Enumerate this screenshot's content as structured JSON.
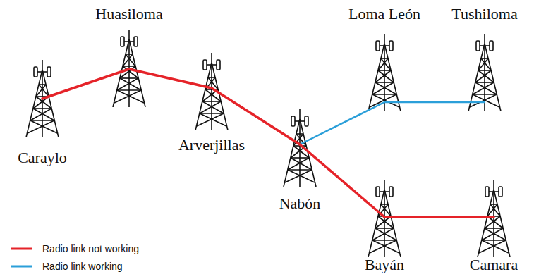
{
  "diagram": {
    "nodes": [
      {
        "text": [
          "Caraylo"
        ]
      },
      {
        "text": [
          "Huasiloma"
        ]
      },
      {
        "text": [
          "Arverjillas"
        ]
      },
      {
        "text": [
          "Nabón"
        ]
      },
      {
        "text": [
          "Loma León"
        ]
      },
      {
        "text": [
          "Tushiloma"
        ]
      },
      {
        "text": [
          "Bayán"
        ]
      },
      {
        "text": [
          "Camara"
        ]
      }
    ],
    "edges": [
      {
        "from": 0,
        "to": 1,
        "arrow": "none"
      },
      {
        "from": 1,
        "to": 2,
        "arrow": "none"
      },
      {
        "from": 2,
        "to": 3,
        "arrow": "none"
      },
      {
        "from": 3,
        "to": 4,
        "arrow": "none"
      },
      {
        "from": 4,
        "to": 5,
        "arrow": "none"
      },
      {
        "from": 3,
        "to": 6,
        "arrow": "none"
      },
      {
        "from": 6,
        "to": 7,
        "arrow": "none"
      }
    ],
    "legend": [
      {
        "text": "Radio link not working"
      },
      {
        "text": "Radio link working"
      }
    ]
  }
}
